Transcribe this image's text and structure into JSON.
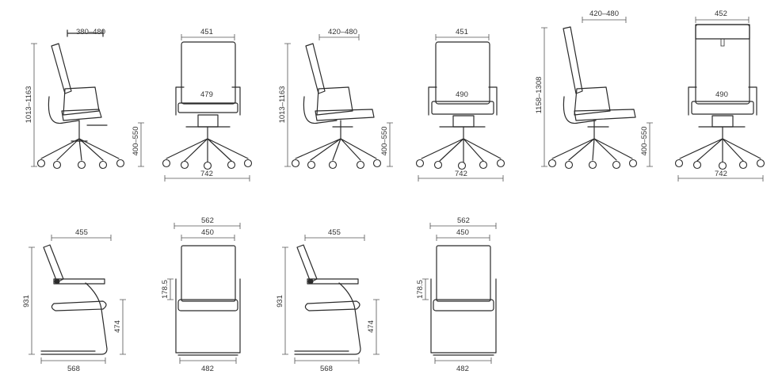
{
  "chairs": {
    "c1": {
      "width": "380–480",
      "height": "1013–1163",
      "seat_height": "400–550"
    },
    "c2": {
      "width": "451",
      "seat_width": "479",
      "base": "742"
    },
    "c3": {
      "width": "420–480",
      "height": "1013–1163",
      "seat_height": "400–550"
    },
    "c4": {
      "width": "451",
      "seat_width": "490",
      "base": "742"
    },
    "c5": {
      "width": "420–480",
      "height": "1158–1308",
      "seat_height": "400–550"
    },
    "c6": {
      "width": "452",
      "seat_width": "490",
      "base": "742"
    },
    "v1": {
      "width": "455",
      "height": "931",
      "seat_height": "474",
      "depth": "568"
    },
    "v2": {
      "outer_width": "562",
      "back_width": "450",
      "arm_height": "178.5",
      "base": "482"
    },
    "v3": {
      "width": "455",
      "height": "931",
      "seat_height": "474",
      "depth": "568"
    },
    "v4": {
      "outer_width": "562",
      "back_width": "450",
      "arm_height": "178.5",
      "base": "482"
    }
  }
}
